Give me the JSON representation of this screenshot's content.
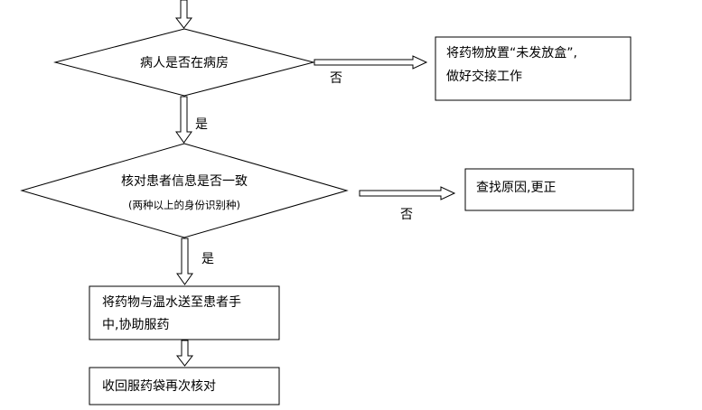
{
  "decision1": {
    "text": "病人是否在病房",
    "no_label": "否",
    "yes_label": "是"
  },
  "box_absent": {
    "line1": "将药物放置“未发放盒”,",
    "line2": "做好交接工作"
  },
  "decision2": {
    "line1": "核对患者信息是否一致",
    "line2": "(两种以上的身份识别种)",
    "no_label": "否",
    "yes_label": "是"
  },
  "box_mismatch": {
    "text": "查找原因,更正"
  },
  "box_give": {
    "line1": "将药物与温水送至患者手",
    "line2": "中,协助服药"
  },
  "box_collect": {
    "text": "收回服药袋再次核对"
  }
}
